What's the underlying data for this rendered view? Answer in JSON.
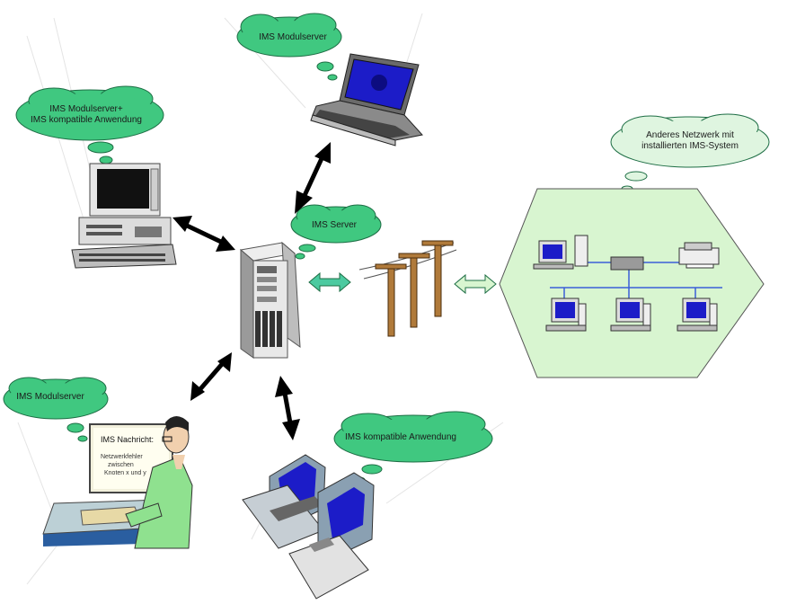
{
  "diagram": {
    "clouds": {
      "laptop": "IMS Modulserver",
      "desktop_line1": "IMS Modulserver+",
      "desktop_line2": "IMS kompatible Anwendung",
      "server": "IMS Server",
      "network_line1": "Anderes Netzwerk mit",
      "network_line2": "installierten IMS-System",
      "person": "IMS Modulserver",
      "workstation": "IMS kompatible Anwendung"
    },
    "screen": {
      "title": "IMS Nachricht:",
      "line1": "Netzwerkfehler",
      "line2": "zwischen",
      "line3": "Knoten x und y"
    }
  },
  "colors": {
    "cloud_fill": "#40c880",
    "cloud_stroke": "#1e6e45",
    "hexagon_fill": "#d8f5d0",
    "arrow_dark": "#000000",
    "arrow_teal": "#66ccaa",
    "screen_blue": "#1c1cc8"
  }
}
